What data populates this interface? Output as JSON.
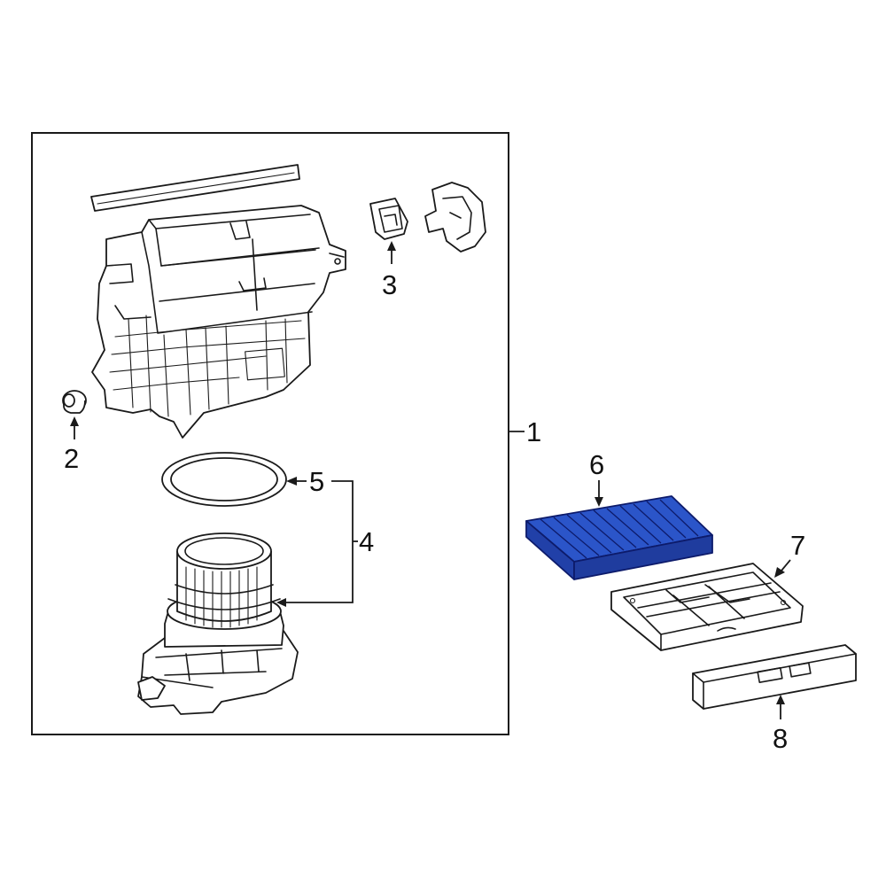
{
  "diagram": {
    "callouts": [
      {
        "id": "c1",
        "label": "1"
      },
      {
        "id": "c2",
        "label": "2"
      },
      {
        "id": "c3",
        "label": "3"
      },
      {
        "id": "c4",
        "label": "4"
      },
      {
        "id": "c5",
        "label": "5"
      },
      {
        "id": "c6",
        "label": "6"
      },
      {
        "id": "c7",
        "label": "7"
      },
      {
        "id": "c8",
        "label": "8"
      }
    ],
    "highlighted_part": "6",
    "colors": {
      "highlight_fill": "#2b55c9",
      "highlight_stroke": "#0d1b6b",
      "line": "#1a1a1a",
      "background": "#ffffff"
    }
  }
}
